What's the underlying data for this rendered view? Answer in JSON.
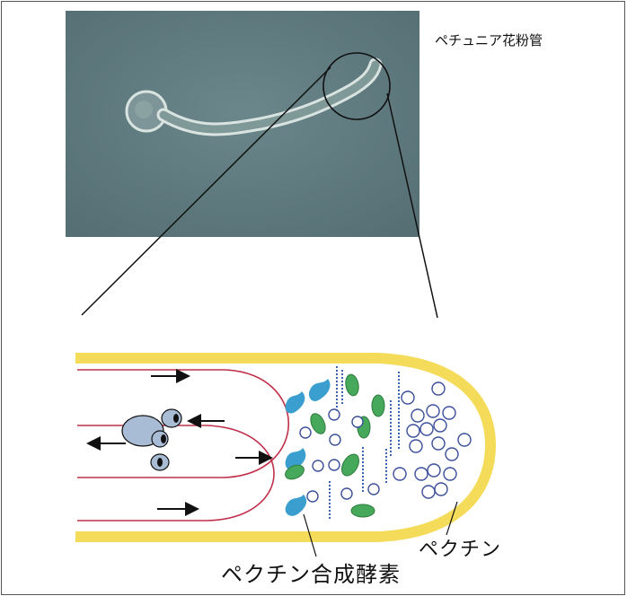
{
  "labels": {
    "photo_title": "ペチュニア花粉管",
    "pectin": "ペクチン",
    "pectin_synthase": "ペクチン合成酵素"
  },
  "colors": {
    "photo_background": "#5f7b80",
    "tube_wall": "#f4dc5a",
    "cytoplasm_flow": "#c0304a",
    "synthase": "#3a9fcf",
    "mitochondria": "#46a85a",
    "vesicle_stroke": "#3b4f9a",
    "organelle": "#a9bcd6"
  },
  "icons": {
    "synthase_shape": "enzyme-icon",
    "vesicle_shape": "vesicle-icon",
    "mitochondria_shape": "mitochondrion-icon",
    "flow_arrow": "arrow-icon"
  }
}
